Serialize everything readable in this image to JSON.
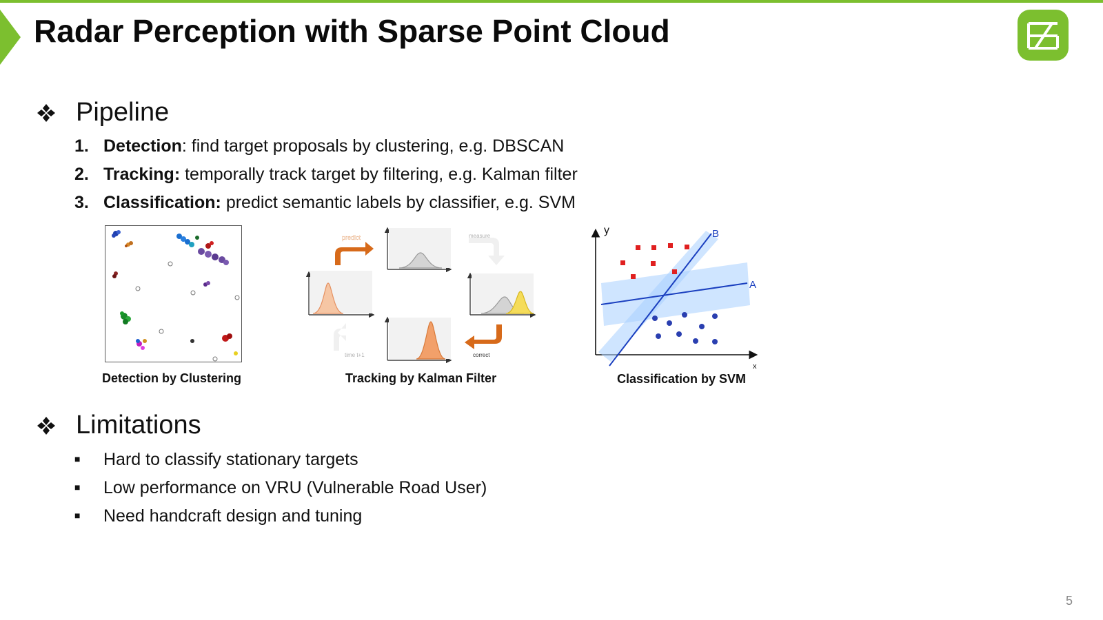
{
  "slide": {
    "title": "Radar Perception with Sparse Point Cloud",
    "page_number": "5",
    "accent_color": "#7cbf2f"
  },
  "pipeline": {
    "heading": "Pipeline",
    "steps": [
      {
        "num": "1.",
        "term": "Detection",
        "desc": ": find target proposals by clustering, e.g. DBSCAN"
      },
      {
        "num": "2.",
        "term": "Tracking:",
        "desc": " temporally track target by filtering, e.g. Kalman filter"
      },
      {
        "num": "3.",
        "term": "Classification:",
        "desc": " predict semantic labels by classifier, e.g. SVM"
      }
    ],
    "captions": [
      "Detection by Clustering",
      "Tracking by Kalman Filter",
      "Classification by SVM"
    ]
  },
  "kalman_labels": {
    "predict": "predict",
    "measure": "measure",
    "correct": "correct",
    "time": "time t+1"
  },
  "svm_labels": {
    "y": "y",
    "x": "x",
    "a": "A",
    "b": "B"
  },
  "limitations": {
    "heading": "Limitations",
    "items": [
      "Hard to classify stationary targets",
      "Low performance on VRU (Vulnerable Road User)",
      "Need handcraft design and tuning"
    ]
  }
}
